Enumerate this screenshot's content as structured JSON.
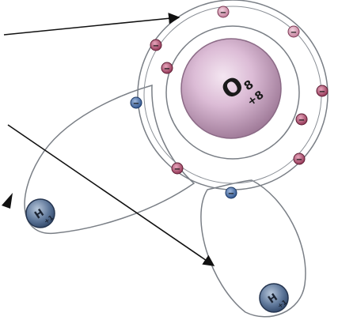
{
  "oxygen_atom": {
    "symbol": "O",
    "atomic_number": "8",
    "charge": "+8",
    "electron_sign": "−"
  },
  "hydrogen_atoms": [
    {
      "symbol": "H",
      "charge": "+1"
    },
    {
      "symbol": "H",
      "charge": "+1"
    }
  ],
  "colors": {
    "nucleus_outer": "#b99bb4",
    "nucleus_inner": "#e9d3e4",
    "electron_red": "#b44a6a",
    "electron_pink": "#d9a0b6",
    "electron_blue": "#3d6aa8",
    "hydrogen_nucleus": "#5f7a9e",
    "outline": "#7a7f86",
    "arrow": "#111111"
  }
}
